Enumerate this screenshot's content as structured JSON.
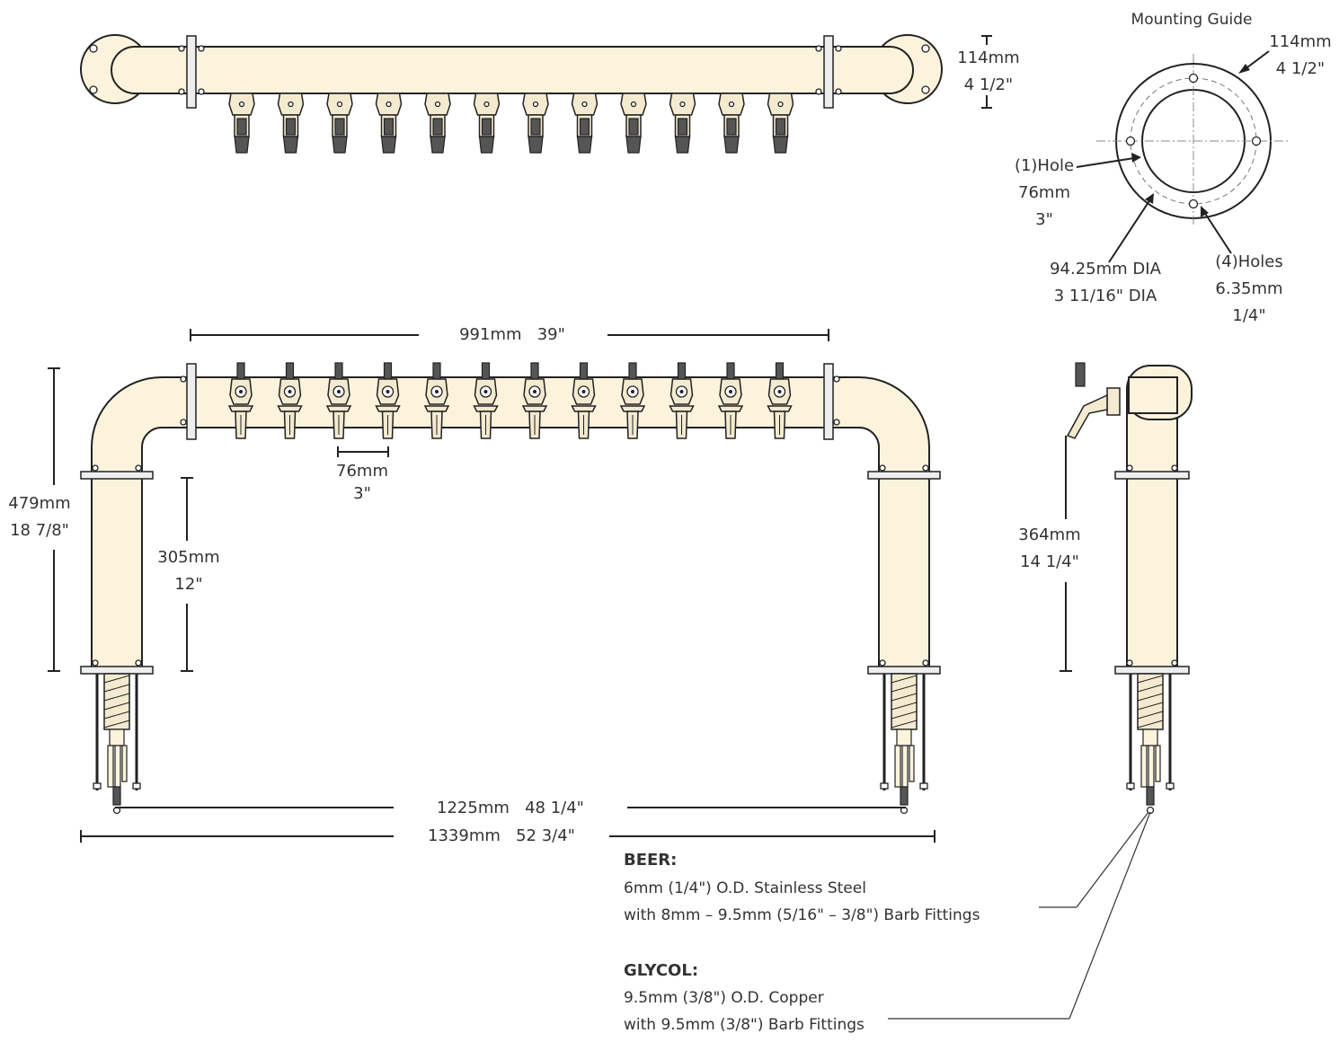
{
  "mounting_guide": {
    "title": "Mounting Guide",
    "outer_mm": "114mm",
    "outer_in": "4 1/2\"",
    "center_hole_label": "(1)Hole",
    "center_hole_mm": "76mm",
    "center_hole_in": "3\"",
    "bolt_circle_mm": "94.25mm DIA",
    "bolt_circle_in": "3 11/16\" DIA",
    "holes_label": "(4)Holes",
    "holes_mm": "6.35mm",
    "holes_in": "1/4\""
  },
  "top_view": {
    "depth_mm": "114mm",
    "depth_in": "4 1/2\"",
    "tap_count": 12
  },
  "front_view": {
    "span_label": "991mm   39\"",
    "tap_spacing_mm": "76mm",
    "tap_spacing_in": "3\"",
    "height_mm": "479mm",
    "height_in": "18 7/8\"",
    "column_mm": "305mm",
    "column_in": "12\"",
    "inner_width_label": "1225mm   48 1/4\"",
    "overall_width_label": "1339mm   52 3/4\"",
    "tap_count": 12
  },
  "side_view": {
    "height_mm": "364mm",
    "height_in": "14 1/4\""
  },
  "notes": {
    "beer_title": "BEER:",
    "beer_line1": "6mm (1/4\") O.D. Stainless Steel",
    "beer_line2": "with 8mm – 9.5mm (5/16\" – 3/8\") Barb Fittings",
    "glycol_title": "GLYCOL:",
    "glycol_line1": "9.5mm (3/8\") O.D. Copper",
    "glycol_line2": "with 9.5mm (3/8\") Barb Fittings"
  }
}
